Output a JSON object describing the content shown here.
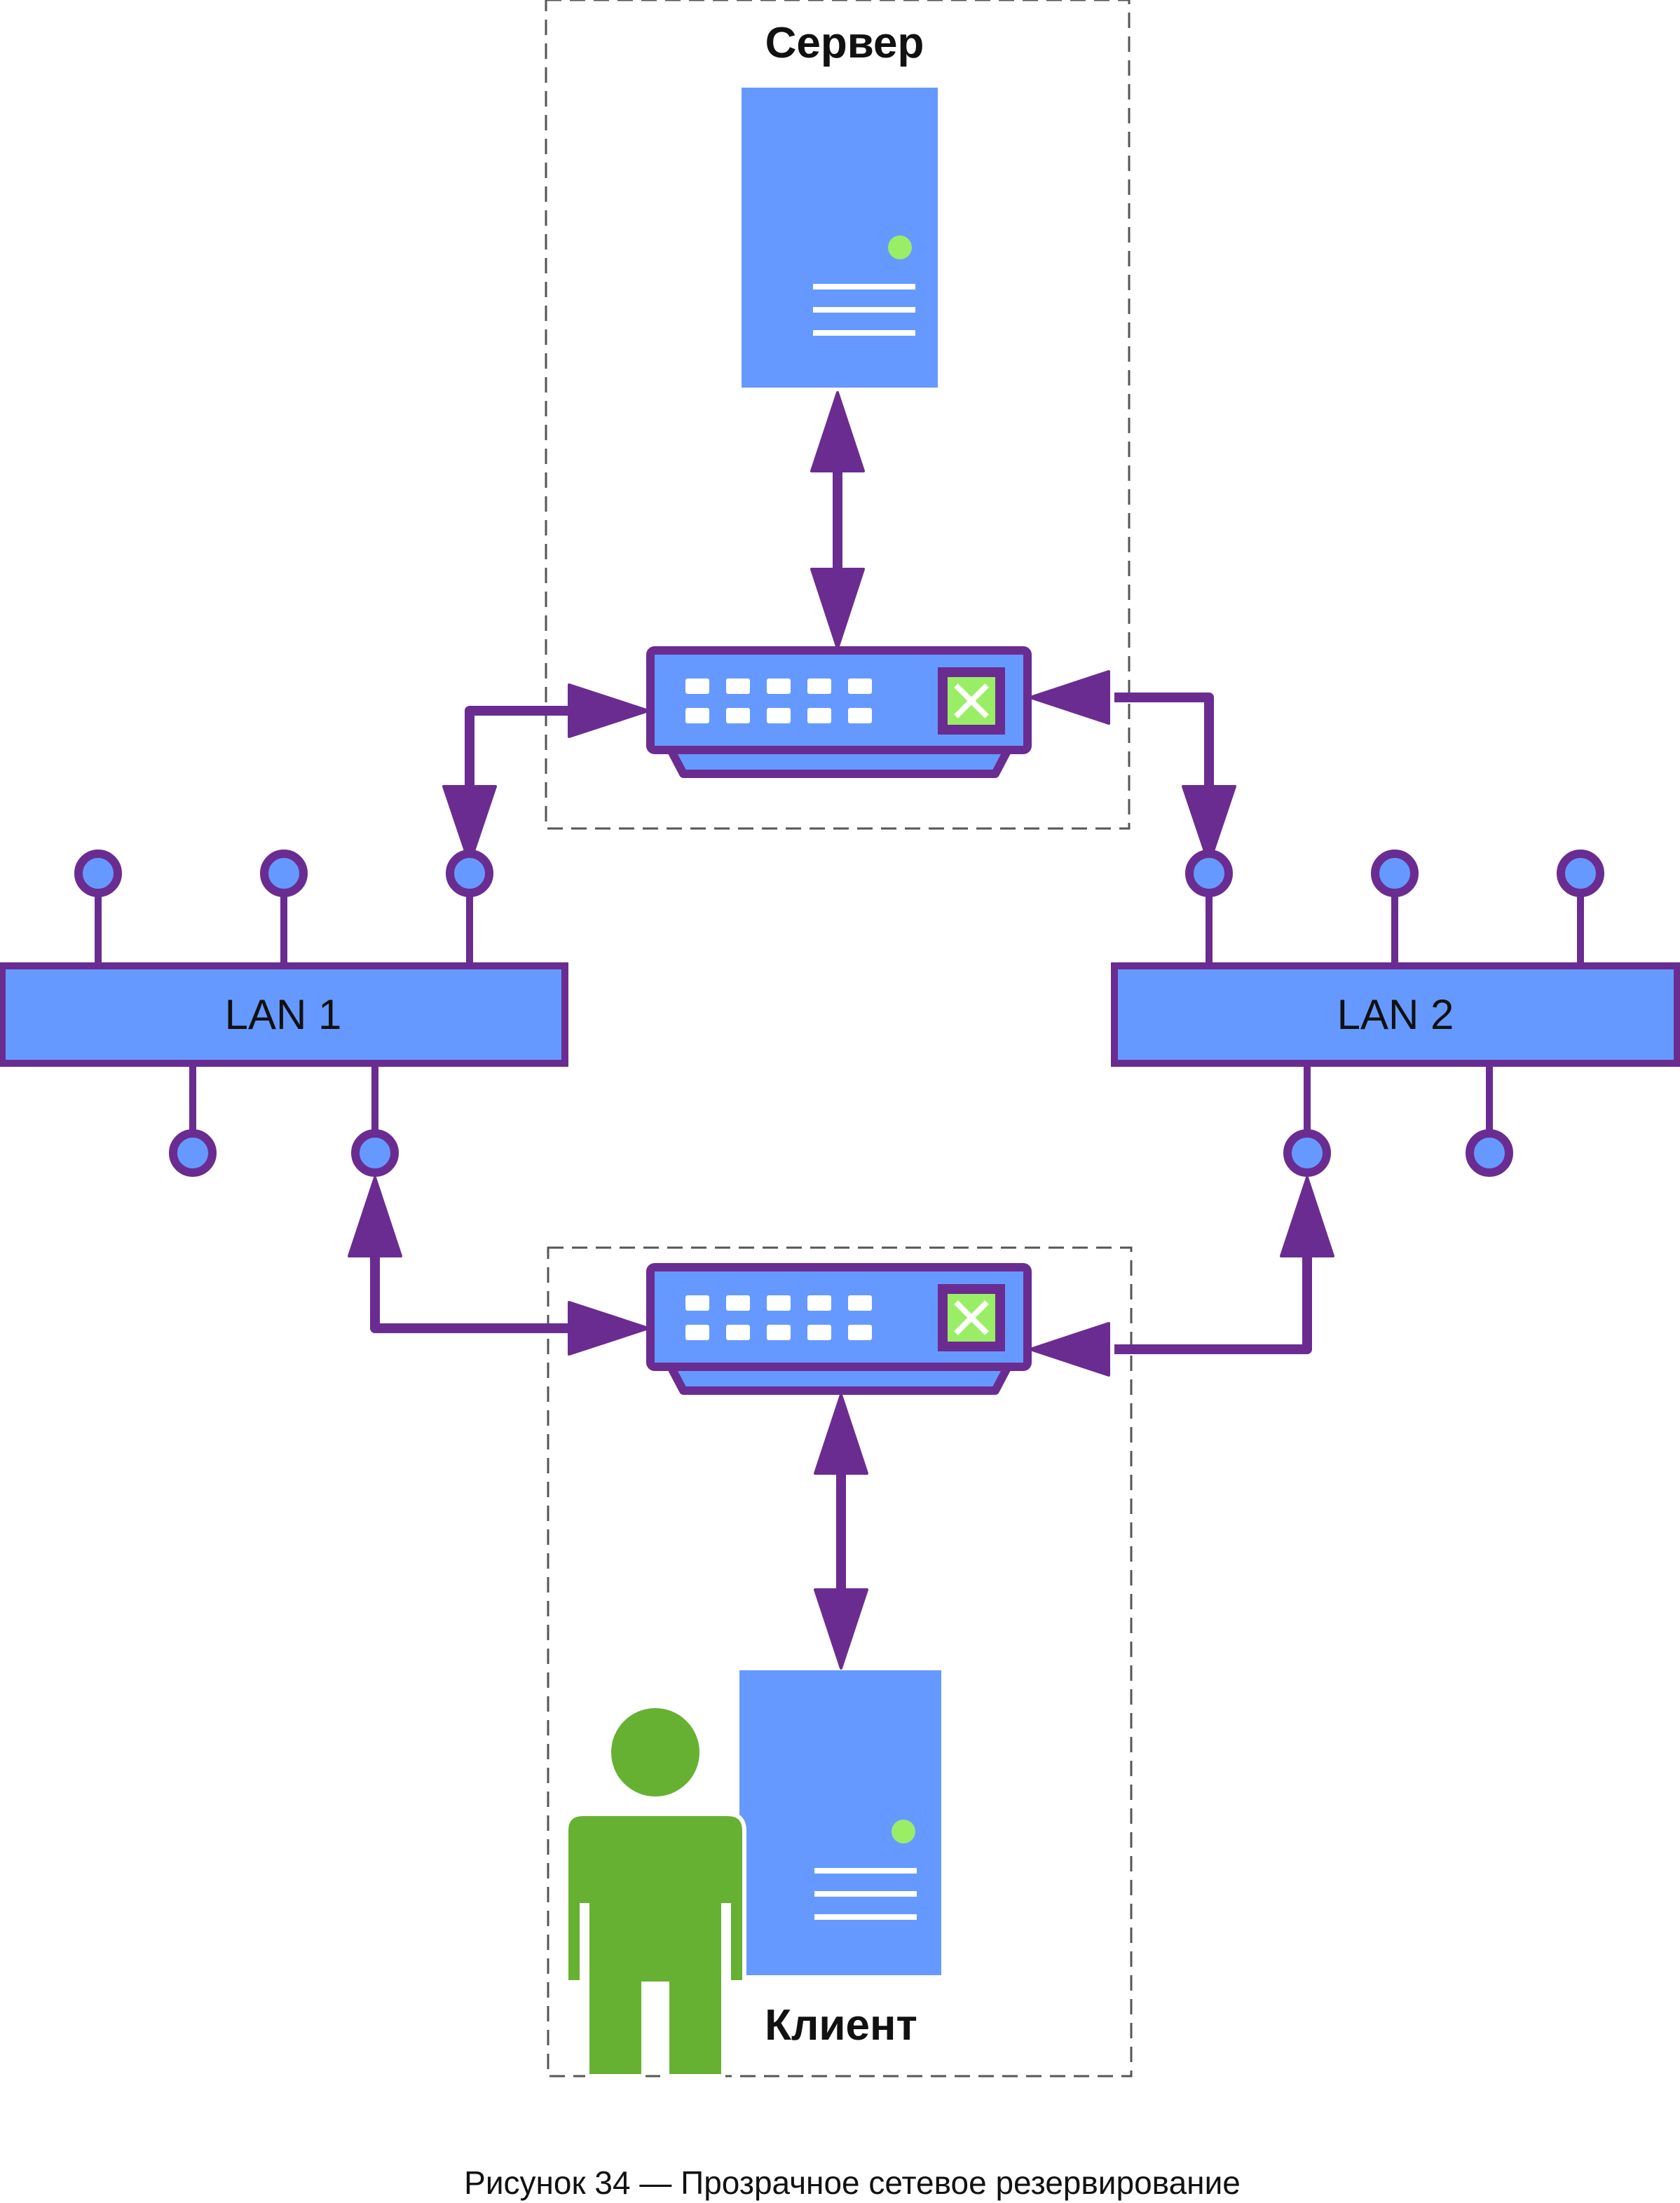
{
  "groups": {
    "server": {
      "label": "Сервер"
    },
    "client": {
      "label": "Клиент"
    }
  },
  "lans": {
    "lan1": {
      "label": "LAN 1"
    },
    "lan2": {
      "label": "LAN 2"
    }
  },
  "caption": "Рисунок 34 — Прозрачное сетевое резервирование",
  "colors": {
    "device_blue": "#6699FF",
    "link_purple": "#6A2C91",
    "status_green": "#99EE66",
    "person_green": "#66B032",
    "dashed_border": "#555555"
  },
  "icons": {
    "server": "server-tower-icon",
    "switch": "network-switch-icon",
    "user": "user-person-icon"
  }
}
